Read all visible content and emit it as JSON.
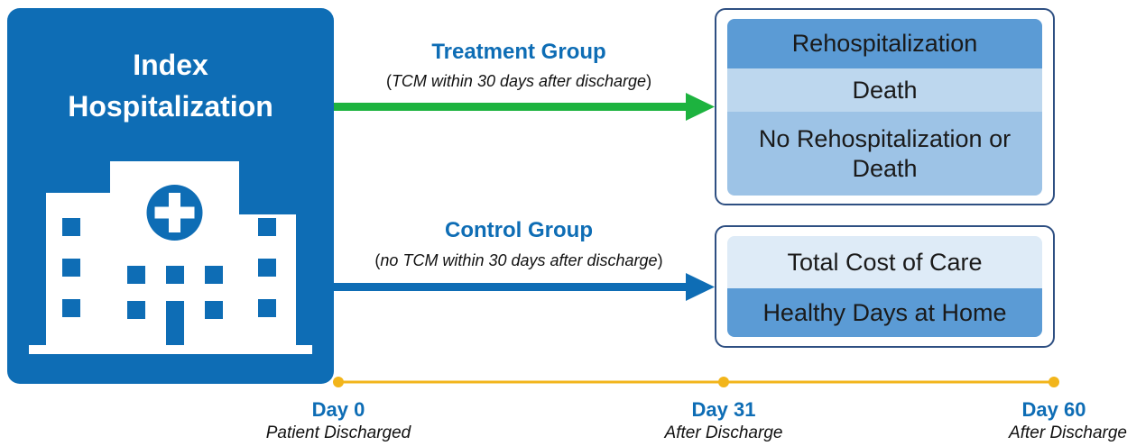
{
  "index": {
    "title_line1": "Index",
    "title_line2": "Hospitalization"
  },
  "treatment": {
    "title": "Treatment Group",
    "subtitle": "TCM within 30 days after discharge",
    "open": "(",
    "close": ")",
    "arrow_color": "#1db33f"
  },
  "control": {
    "title": "Control Group",
    "subtitle": "no TCM within 30 days after discharge",
    "open": "(",
    "close": ")",
    "arrow_color": "#0e6db5"
  },
  "outcomes_primary": [
    {
      "label": "Rehospitalization",
      "color": "#5b9bd5"
    },
    {
      "label": "Death",
      "color": "#bdd7ee"
    },
    {
      "label": "No Rehospitalization or Death",
      "color": "#9dc3e6"
    }
  ],
  "outcomes_secondary": [
    {
      "label": "Total Cost of Care",
      "color": "#deebf7"
    },
    {
      "label": "Healthy Days at Home",
      "color": "#5b9bd5"
    }
  ],
  "timeline": {
    "color": "#f2b51b",
    "points": [
      {
        "day": "Day 0",
        "note": "Patient Discharged"
      },
      {
        "day": "Day 31",
        "note": "After Discharge"
      },
      {
        "day": "Day 60",
        "note": "After Discharge"
      }
    ]
  },
  "colors": {
    "brand_blue": "#0e6db5",
    "frame": "#2e4f82"
  }
}
